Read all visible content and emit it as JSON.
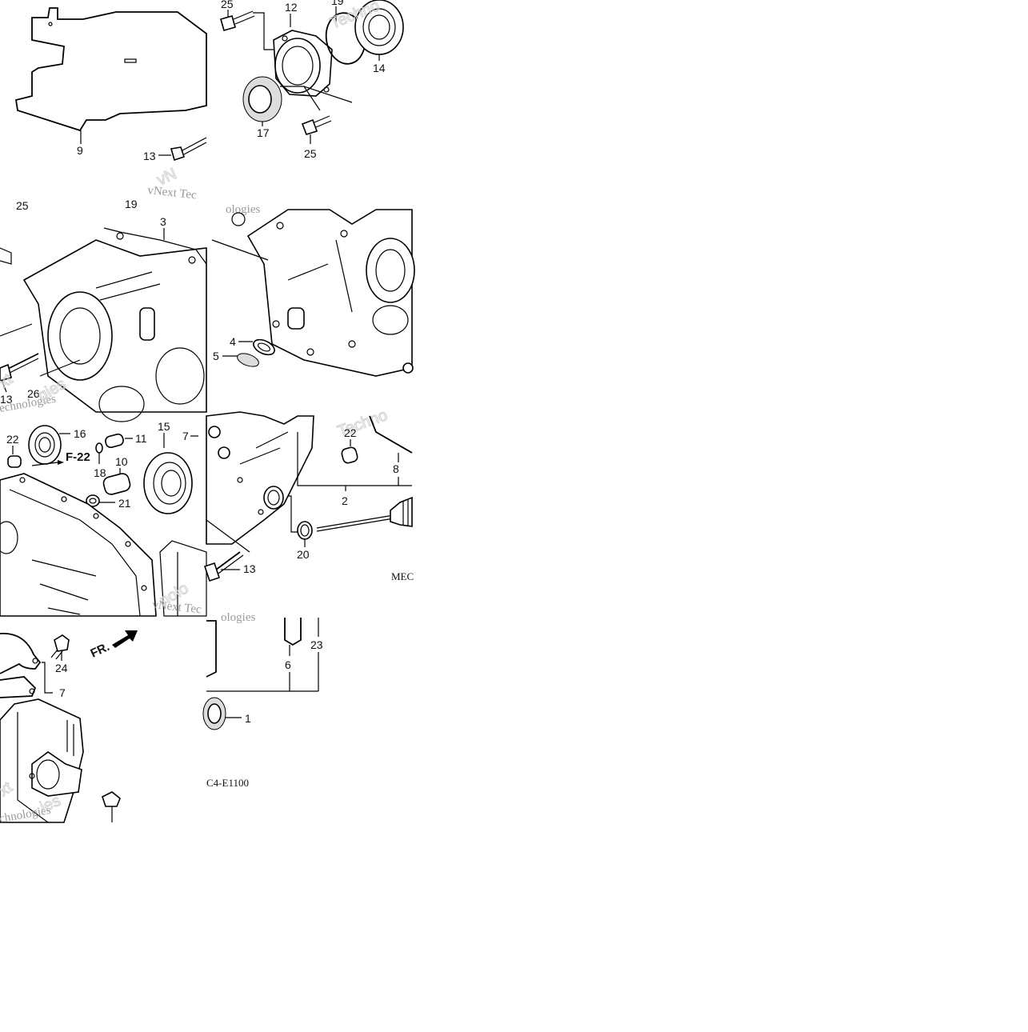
{
  "tiles": [
    {
      "row": 0,
      "col": 0,
      "name": "tile-gasket-plate"
    },
    {
      "row": 0,
      "col": 1,
      "name": "tile-bearing-holder"
    },
    {
      "row": 1,
      "col": 0,
      "name": "tile-crankcase-left"
    },
    {
      "row": 1,
      "col": 1,
      "name": "tile-crankcase-right"
    },
    {
      "row": 2,
      "col": 0,
      "name": "tile-bearings-dowels"
    },
    {
      "row": 2,
      "col": 1,
      "name": "tile-dipstick"
    },
    {
      "row": 3,
      "col": 0,
      "name": "tile-cover"
    },
    {
      "row": 3,
      "col": 1,
      "name": "tile-seal"
    }
  ],
  "callouts": {
    "t00": [
      "9",
      "13"
    ],
    "t01": [
      "25",
      "12",
      "19",
      "14",
      "17",
      "25"
    ],
    "t10": [
      "3",
      "13",
      "26"
    ],
    "t11": [
      "4",
      "5"
    ],
    "t20": [
      "22",
      "16",
      "11",
      "15",
      "7",
      "10",
      "18",
      "21"
    ],
    "t21": [
      "22",
      "8",
      "2",
      "20",
      "13"
    ],
    "t30": [
      "24",
      "7"
    ],
    "t31": [
      "6",
      "23",
      "1"
    ]
  },
  "labels": {
    "ref": "F-22",
    "front": "FR.",
    "code_partial_a": "MEC",
    "code_partial_b": "C4-E1100"
  },
  "watermarks": {
    "a": "vNext Tec",
    "b": "Techno",
    "c": "ologies",
    "d": "echnologies",
    "e": "vNext Tec",
    "f": "Techno"
  }
}
